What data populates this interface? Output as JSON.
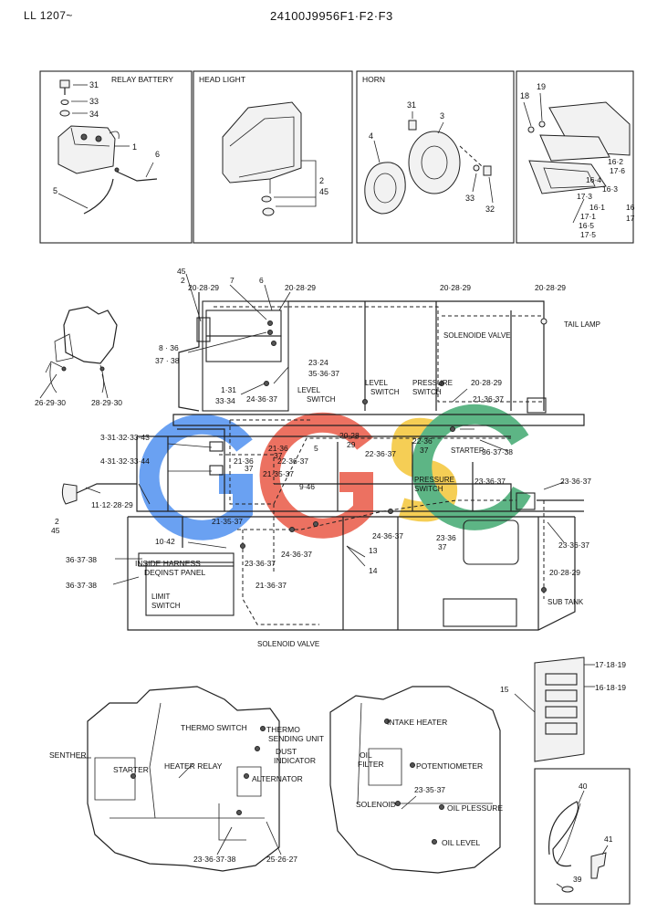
{
  "header": {
    "left": "LL 1207~",
    "center": "24100J9956F1·F2·F3"
  },
  "panels": {
    "relay": {
      "title": "RELAY BATTERY",
      "labels": [
        "31",
        "33",
        "34",
        "1",
        "6",
        "5"
      ]
    },
    "headlight": {
      "title": "HEAD LIGHT",
      "labels": [
        "2",
        "45"
      ]
    },
    "horn": {
      "title": "HORN",
      "labels": [
        "31",
        "3",
        "4",
        "33",
        "32"
      ]
    },
    "taillamp": {
      "labels": [
        "18",
        "19",
        "16·2",
        "17·6",
        "16·4",
        "16·3",
        "17·3",
        "16·1",
        "17·1",
        "16",
        "17",
        "16·5",
        "17·5"
      ]
    }
  },
  "main": {
    "labels": {
      "l45": "45",
      "l2": "2",
      "l20a": "20·28·29",
      "l7": "7",
      "l6": "6",
      "l20b": "20·28·29",
      "l20c": "20·28·29",
      "l20d": "20·28·29",
      "solenoide": "SOLENOIDE VALVE",
      "taillamp": "TAIL LAMP",
      "l836": "8 · 36",
      "l3738": "37 · 38",
      "l2324": "23·24",
      "l353637": "35·36·37",
      "l131": "1·31",
      "l3334": "33·34",
      "l243637": "24·36·37",
      "levelsw": "LEVEL",
      "levelsw2": "SWITCH",
      "levelsw3": "LEVEL",
      "levelsw4": "SWITCH",
      "pressure": "PRESSURE",
      "pressure2": "SWITCH",
      "l20e": "20·28·29",
      "l2136a": "21·36·37",
      "l26": "26·29·30",
      "l28": "28·29·30",
      "l3143": "3·31·32·33·43",
      "l4144": "4·31·32·33·44",
      "l2136b": "21·36",
      "l37a": "37",
      "l2136c": "21·36",
      "l37b": "37",
      "l5": "5",
      "l223637a": "22·36·37",
      "l213637": "21·35·37",
      "l2028": "20·28",
      "l29": "29",
      "l223637b": "22·36·37",
      "l2236": "22·36",
      "l37c": "37",
      "starter": "STARTER",
      "l363738a": "36·37·38",
      "l946": "9·46",
      "pressure3": "PRESSURE",
      "pressure4": "SWITCH",
      "l233637a": "23·36·37",
      "l233637b": "23·36·37",
      "l11": "11·12·28·29",
      "l2b": "2",
      "l45b": "45",
      "l213537": "21·35·37",
      "l1042": "10·42",
      "l243637b": "24·36·37",
      "l2336": "23·36",
      "l37d": "37",
      "l233637c": "23·36·37",
      "l363738b": "36·37·38",
      "inside1": "INSIDE HARNESS",
      "inside2": "DEQINST PANEL",
      "l233637d": "23·36·37",
      "l243637c": "24·36·37",
      "l13": "13",
      "l14": "14",
      "l363738c": "36·37·38",
      "l213637b": "21·36·37",
      "l2028b": "20·28·29",
      "limit1": "LIMIT",
      "limit2": "SWITCH",
      "subtank": "SUB TANK",
      "solvalve": "SOLENOID VALVE"
    }
  },
  "engine": {
    "labels": {
      "thermo": "THERMO SWITCH",
      "thermo2": "THERMO",
      "sending": "SENDING UNIT",
      "dust1": "DUST",
      "dust2": "INDICATOR",
      "senther": "SENTHER",
      "starter": "STARTER",
      "heaterrelay": "HEATER RELAY",
      "alternator": "ALTERNATOR",
      "l233637": "23·36·37·38",
      "l252627": "25·26·27",
      "intake": "INTAKE HEATER",
      "oil1": "OIL",
      "oil2": "FILTER",
      "potentio": "POTENTIOMETER",
      "l233537": "23·35·37",
      "solenoid": "SOLENOID",
      "oilpress": "OIL PLESSURE",
      "oillevel": "OIL LEVEL"
    }
  },
  "battery_box": {
    "labels": [
      "15",
      "17·18·19",
      "16·18·19"
    ]
  },
  "band_box": {
    "labels": [
      "40",
      "41",
      "39"
    ]
  },
  "watermark": {
    "colors": [
      "#4a8df0",
      "#e8533f",
      "#f4c430",
      "#3aa56b"
    ]
  }
}
